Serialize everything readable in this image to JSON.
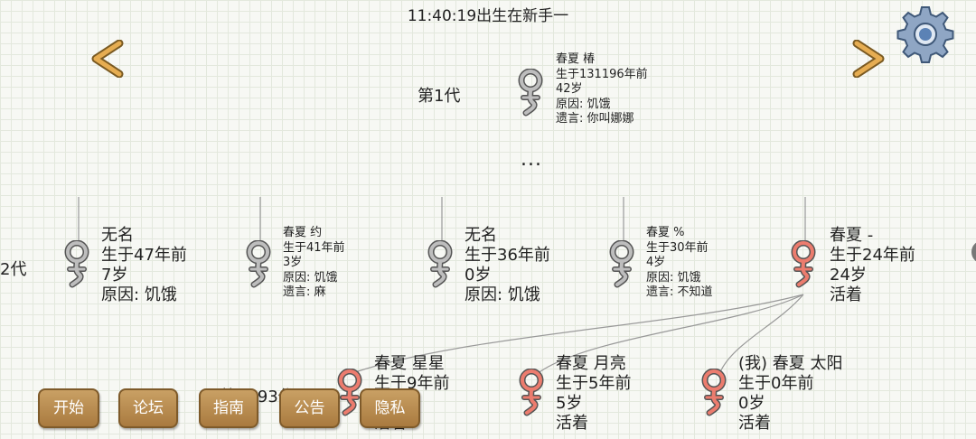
{
  "header": {
    "clock": "11:40:19出生在新手一"
  },
  "generations": {
    "gen1_label": "第1代",
    "gen2_label": "2代",
    "gen3_label": "第5193代",
    "ellipsis": "..."
  },
  "ancestor": {
    "name": "春夏 椿",
    "born": "生于131196年前",
    "age": "42岁",
    "cause": "原因: 饥饿",
    "last_words": "遗言: 你叫娜娜"
  },
  "gen2": [
    {
      "name": "无名",
      "born": "生于47年前",
      "age": "7岁",
      "cause": "原因: 饥饿",
      "last_words": ""
    },
    {
      "name": "春夏 约",
      "born": "生于41年前",
      "age": "3岁",
      "cause": "原因: 饥饿",
      "last_words": "遗言: 麻"
    },
    {
      "name": "无名",
      "born": "生于36年前",
      "age": "0岁",
      "cause": "原因: 饥饿",
      "last_words": ""
    },
    {
      "name": "春夏 %",
      "born": "生于30年前",
      "age": "4岁",
      "cause": "原因: 饥饿",
      "last_words": "遗言: 不知道"
    },
    {
      "name": "春夏 -",
      "born": "生于24年前",
      "age": "24岁",
      "cause": "活着",
      "last_words": ""
    }
  ],
  "gen3": [
    {
      "name": "春夏 星星",
      "born": "生于9年前",
      "age": "",
      "cause": "活着"
    },
    {
      "name": "春夏 月亮",
      "born": "生于5年前",
      "age": "5岁",
      "cause": "活着"
    },
    {
      "name": "(我) 春夏 太阳",
      "born": "生于0年前",
      "age": "0岁",
      "cause": "活着"
    }
  ],
  "buttons": {
    "start": "开始",
    "forum": "论坛",
    "guide": "指南",
    "notice": "公告",
    "privacy": "隐私"
  },
  "colors": {
    "dead_icon": "#b9b9b9",
    "alive_icon": "#e8766a",
    "button": "#b88a4e",
    "arrow": "#e0a54a"
  },
  "icons": {
    "prev": "chevron-left-icon",
    "next": "chevron-right-icon",
    "settings": "gear-icon",
    "female": "female-symbol-icon"
  }
}
